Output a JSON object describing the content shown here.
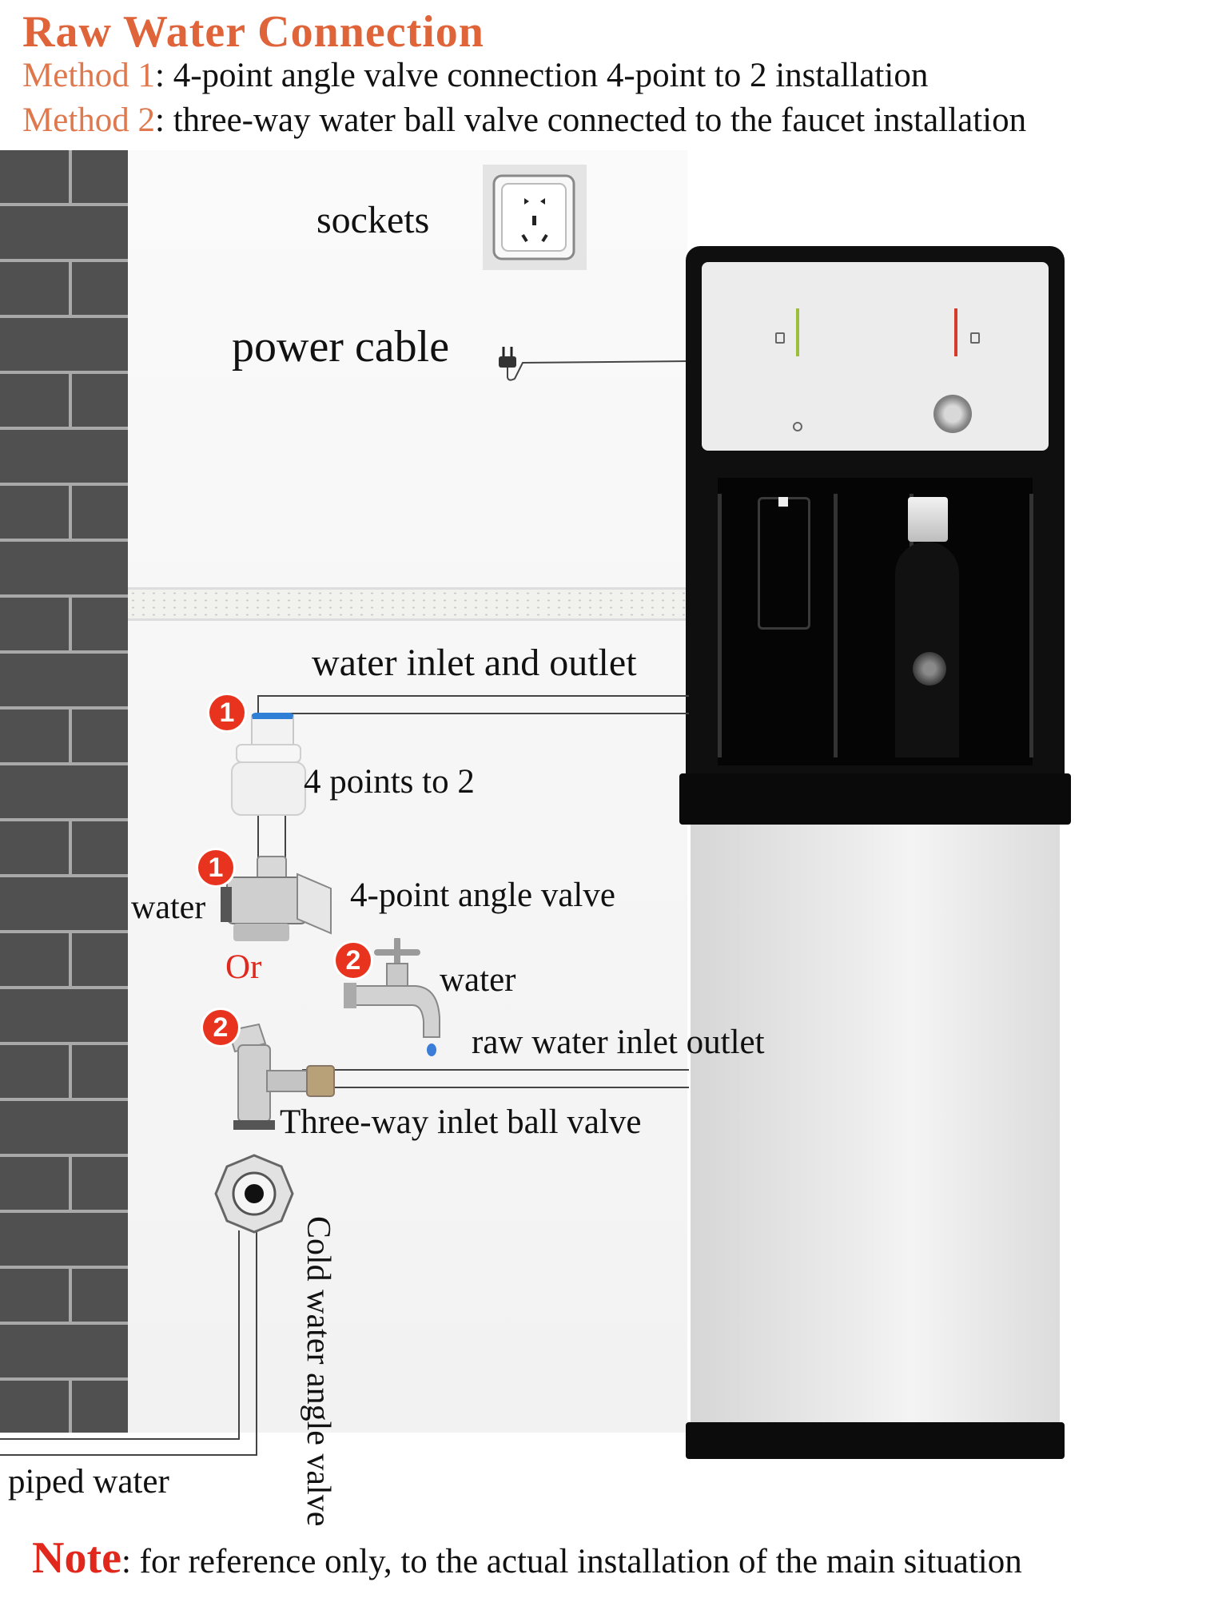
{
  "title": "Raw Water Connection",
  "methods": [
    {
      "label": "Method 1",
      "text": ": 4-point angle valve connection 4-point to 2 installation"
    },
    {
      "label": "Method 2",
      "text": ": three-way water ball valve connected to the faucet installation"
    }
  ],
  "labels": {
    "sockets": "sockets",
    "power_cable": "power cable",
    "water_inlet_outlet": "water inlet and outlet",
    "four_points_to_2": "4 points to 2",
    "water_left": "water",
    "angle_valve": "4-point angle valve",
    "or": "Or",
    "water_faucet": "water",
    "raw_water": "raw water inlet outlet",
    "three_way": "Three-way inlet ball valve",
    "cold_water": "Cold water angle valve",
    "piped_water": "piped water"
  },
  "badges": {
    "one": "1",
    "two": "2"
  },
  "note": {
    "label": "Note",
    "text": ": for reference only, to the actual installation of the main situation"
  },
  "colors": {
    "title": "#e0643a",
    "badge": "#e8341e",
    "note": "#e0281c",
    "hot_indicator": "#d63a2a",
    "cold_indicator": "#9bbf3a"
  },
  "icons": [
    "socket-icon",
    "power-plug-icon",
    "faucet-icon",
    "angle-valve-icon",
    "ball-valve-icon",
    "adapter-icon",
    "power-button-icon"
  ]
}
